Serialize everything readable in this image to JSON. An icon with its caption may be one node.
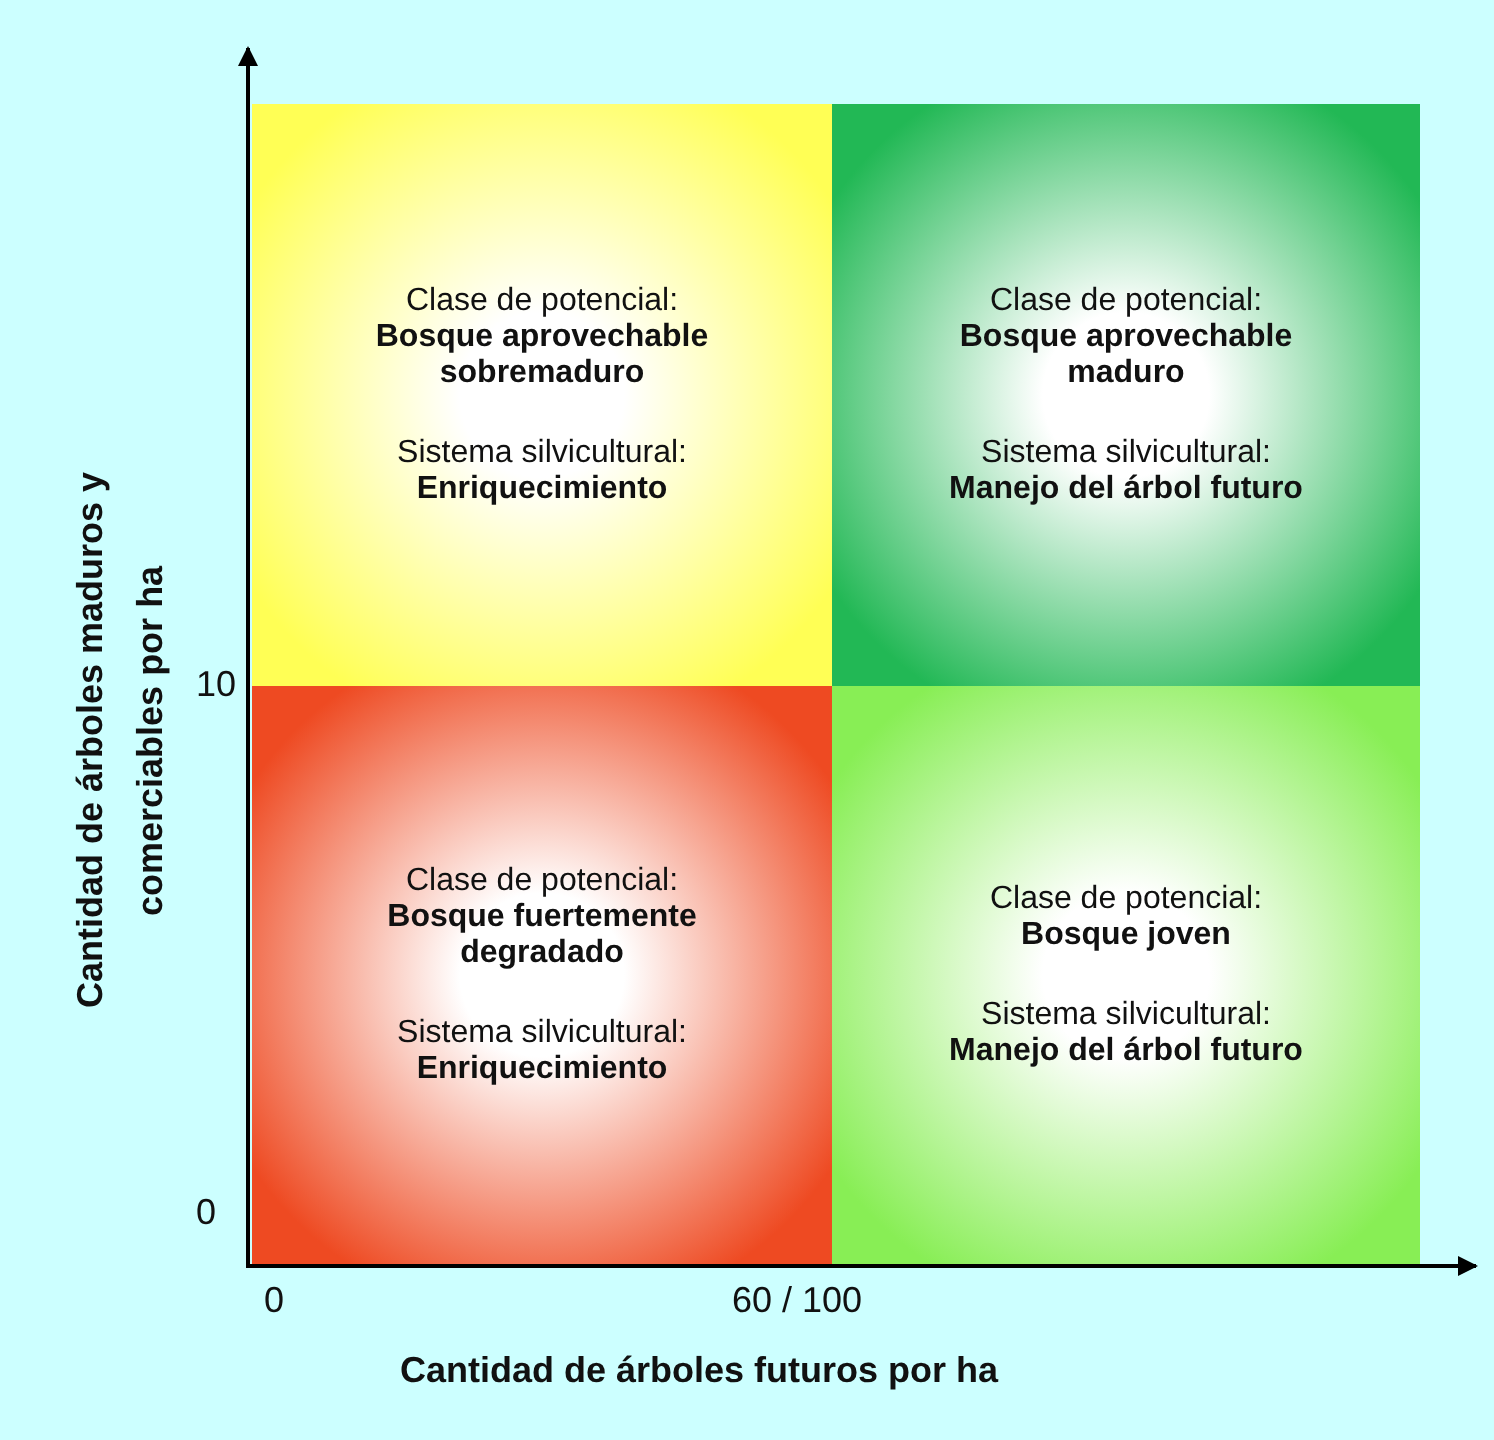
{
  "diagram": {
    "nodes": [
      {
        "text": [
          "Clase de potencial:",
          "Bosque aprovechable sobremaduro",
          "Sistema silvicultural:",
          "Enriquecimiento"
        ]
      },
      {
        "text": [
          "Clase de potencial:",
          "Bosque aprovechable maduro",
          "Sistema silvicultural:",
          "Manejo del árbol futuro"
        ]
      },
      {
        "text": [
          "Clase de potencial:",
          "Bosque fuertemente degradado",
          "Sistema silvicultural:",
          "Enriquecimiento"
        ]
      },
      {
        "text": [
          "Clase de potencial:",
          "Bosque joven",
          "Sistema silvicultural:",
          "Manejo del árbol futuro"
        ]
      }
    ],
    "edges": [],
    "labels": [
      "Cantidad de árboles maduros y comerciables por ha",
      "10",
      "0",
      "0",
      "60 / 100",
      "Cantidad de árboles futuros por ha"
    ]
  }
}
